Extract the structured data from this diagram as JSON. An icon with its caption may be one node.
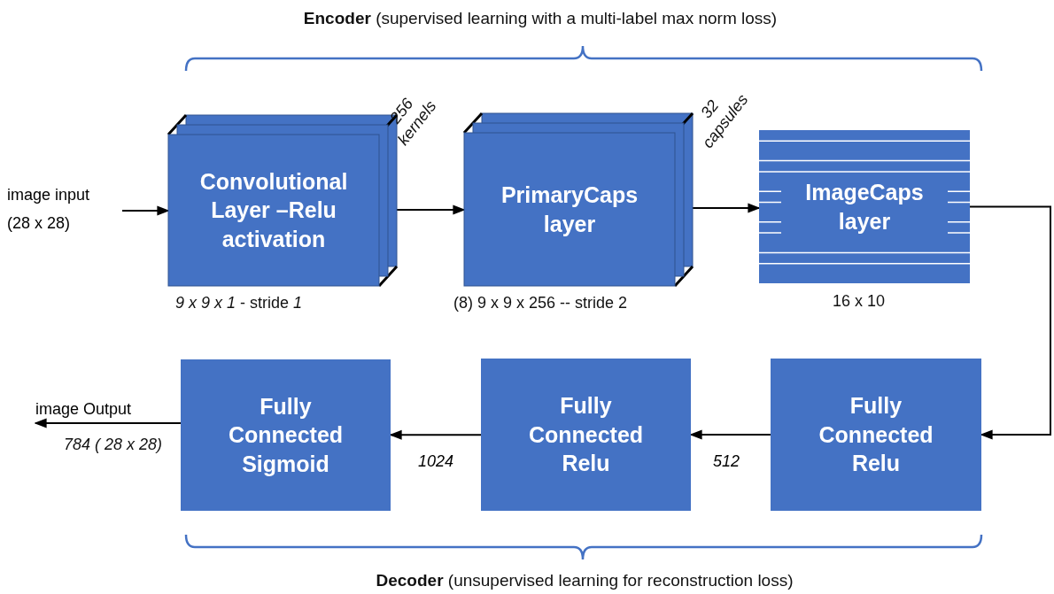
{
  "diagram": {
    "nodes": [
      {
        "text": [
          "image input (28 x 28)"
        ]
      },
      {
        "text": [
          "Convolutional Layer –Relu activation"
        ],
        "beside": [
          "256 kernels",
          "*9 x 9 x 1* - stride *1*"
        ]
      },
      {
        "text": [
          "PrimaryCaps layer"
        ],
        "beside": [
          "32 capsules",
          "(8)  9 x 9 x 256 -- stride 2"
        ]
      },
      {
        "text": [
          "ImageCaps layer"
        ],
        "beside": [
          "16 x 10"
        ]
      },
      {
        "text": [
          "image Output"
        ],
        "beside": [
          "784 ( 28 x 28)"
        ]
      },
      {
        "text": [
          "Fully Connected Sigmoid"
        ]
      },
      {
        "text": [
          "Fully Connected Relu"
        ]
      },
      {
        "text": [
          "Fully Connected Relu"
        ]
      }
    ],
    "edges": [
      {
        "from": 0,
        "to": 1,
        "arrow": "to"
      },
      {
        "from": 1,
        "to": 2,
        "arrow": "to"
      },
      {
        "from": 2,
        "to": 3,
        "arrow": "to"
      },
      {
        "from": 3,
        "to": 7,
        "arrow": "to"
      },
      {
        "from": 7,
        "to": 6,
        "arrow": "to",
        "label": "512"
      },
      {
        "from": 6,
        "to": 5,
        "arrow": "to",
        "label": "1024"
      },
      {
        "from": 5,
        "to": 4,
        "arrow": "to"
      }
    ],
    "labels": [
      "**Encoder** (supervised learning with a multi-label max norm loss)",
      "**Decoder** (unsupervised learning for reconstruction loss)"
    ]
  }
}
